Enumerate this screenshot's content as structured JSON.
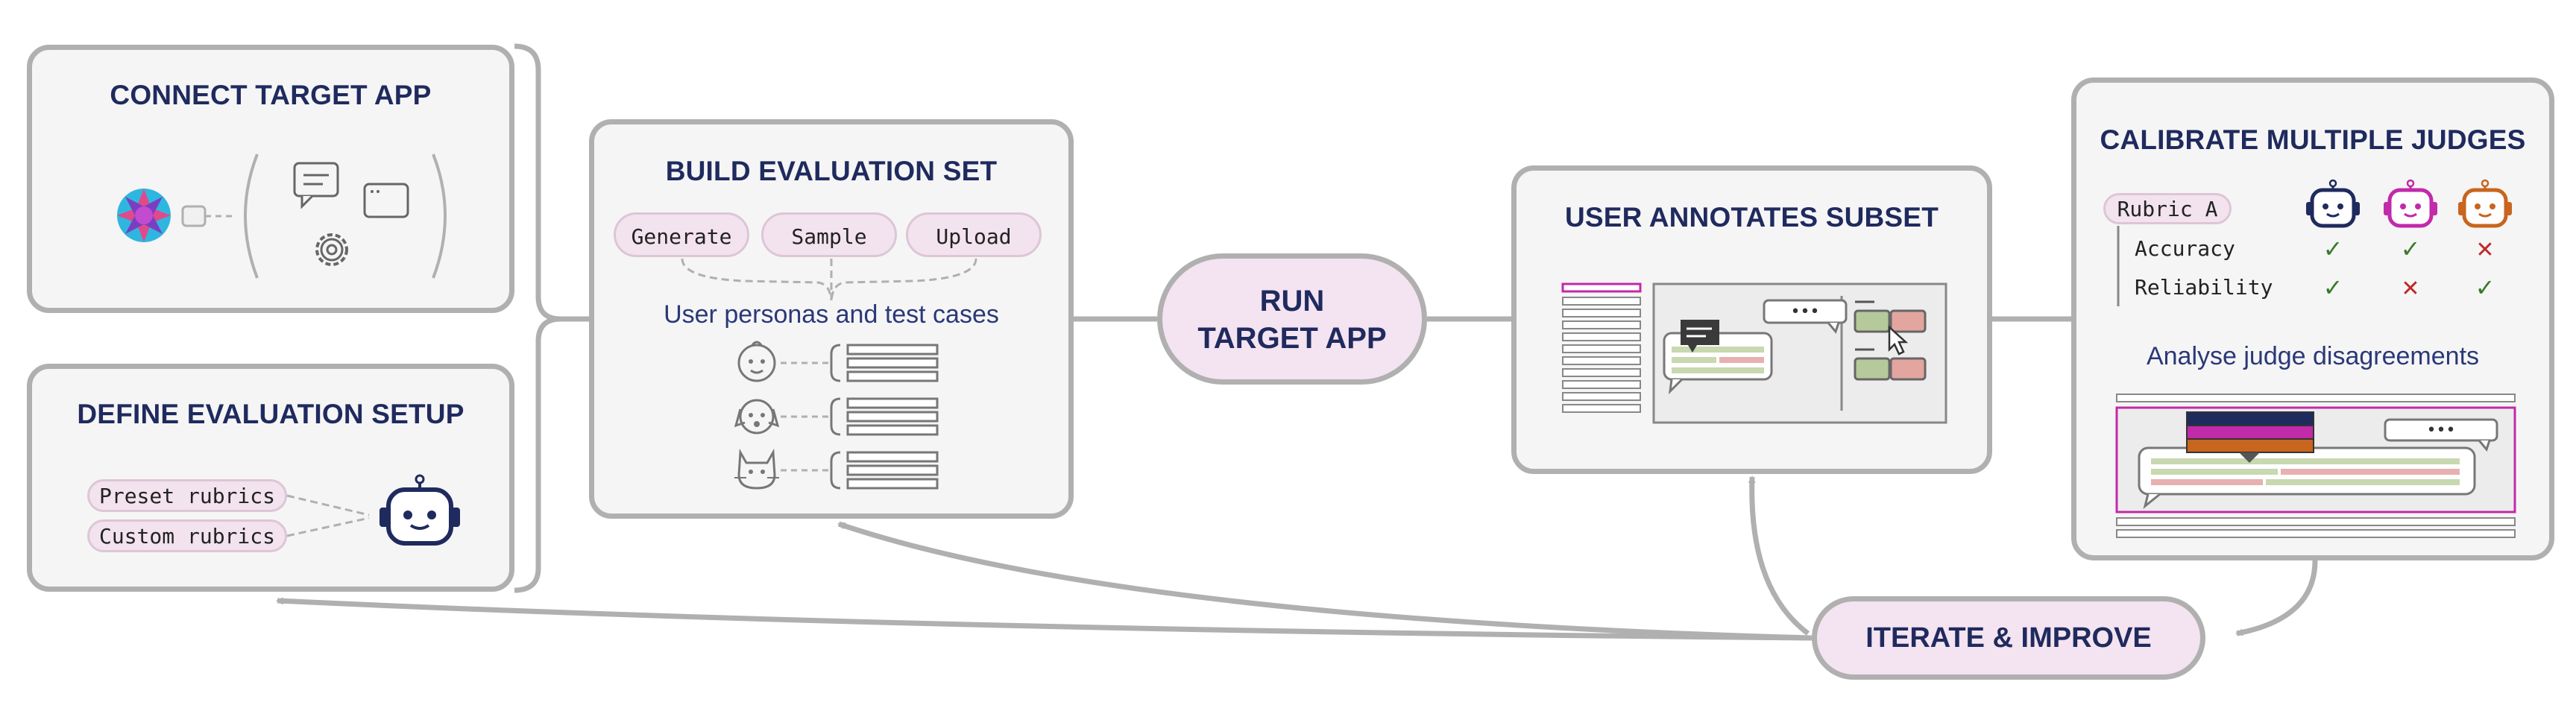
{
  "colors": {
    "navy": "#1f2a5e",
    "gray": "#b0b0b0",
    "pill_pink": "#f2e3ee",
    "magenta": "#c12aa9",
    "orange": "#c8651e",
    "green": "#3a7a2a",
    "red": "#c0282a"
  },
  "connect": {
    "title": "CONNECT TARGET APP",
    "icons": [
      "app-logo-icon",
      "plug-icon",
      "chat-icon",
      "window-icon",
      "gear-icon"
    ]
  },
  "define": {
    "title": "DEFINE EVALUATION SETUP",
    "rubrics": [
      "Preset rubrics",
      "Custom rubrics"
    ],
    "icon": "robot-icon"
  },
  "build": {
    "title": "BUILD EVALUATION SET",
    "options": [
      "Generate",
      "Sample",
      "Upload"
    ],
    "subtitle": "User personas and test cases",
    "personas": [
      "baby-face-icon",
      "dog-face-icon",
      "cat-face-icon"
    ]
  },
  "run": {
    "line1": "RUN",
    "line2": "TARGET APP"
  },
  "annotate": {
    "title": "USER ANNOTATES SUBSET",
    "bubble_text": "•••"
  },
  "calibrate": {
    "title": "CALIBRATE MULTIPLE JUDGES",
    "rubric": "Rubric A",
    "judge_colors": [
      "#1f2a5e",
      "#c12aa9",
      "#c8651e"
    ],
    "rows": [
      {
        "label": "Accuracy",
        "marks": [
          "✓",
          "✓",
          "✕"
        ]
      },
      {
        "label": "Reliability",
        "marks": [
          "✓",
          "✕",
          "✓"
        ]
      }
    ],
    "subtitle": "Analyse judge disagreements",
    "bubble_text": "•••"
  },
  "iterate": {
    "label": "ITERATE & IMPROVE"
  }
}
